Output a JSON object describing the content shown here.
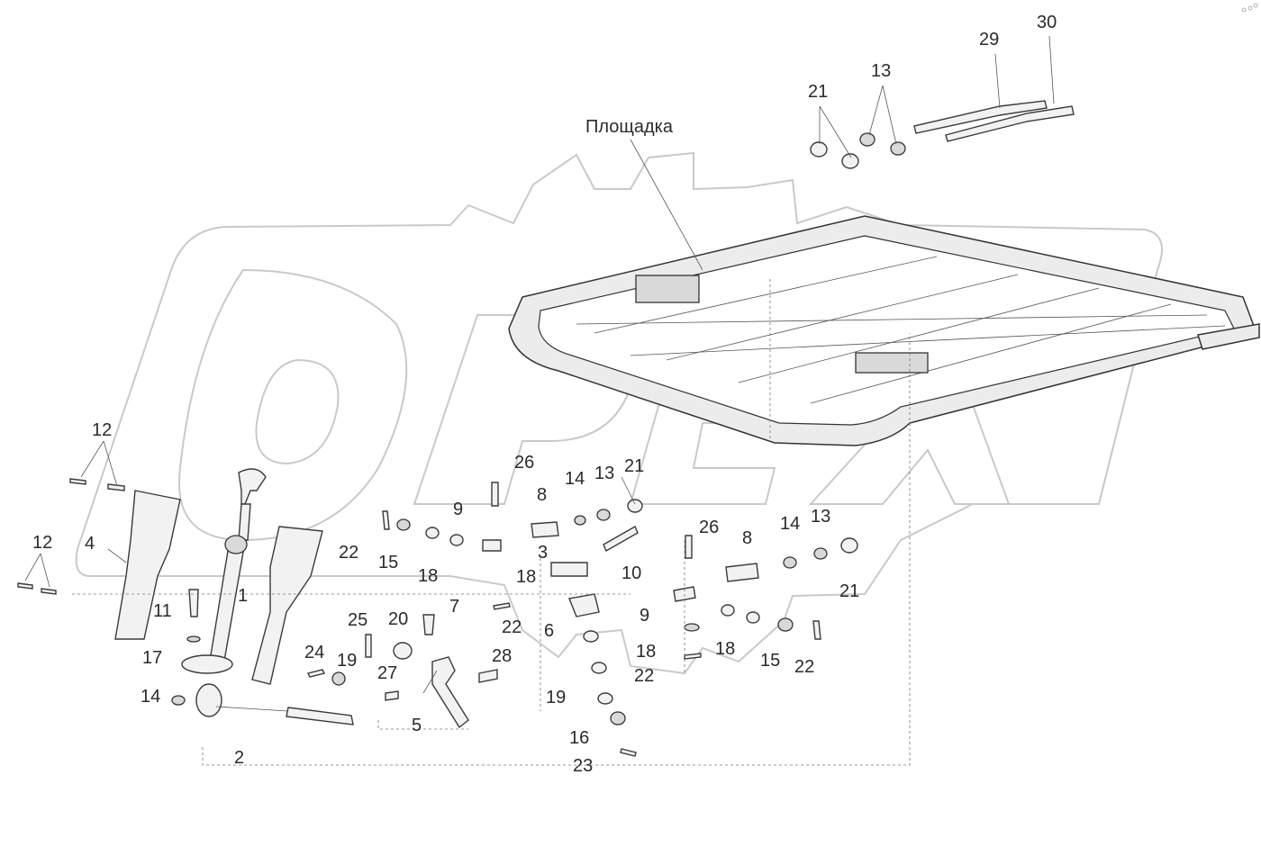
{
  "platform_label": "Площадка",
  "watermark_text": "OPEX",
  "callouts": {
    "p1": "1",
    "p2": "2",
    "p3": "3",
    "p4": "4",
    "p5": "5",
    "p6": "6",
    "p7": "7",
    "p8a": "8",
    "p8b": "8",
    "p9a": "9",
    "p9b": "9",
    "p10": "10",
    "p11": "11",
    "p12a": "12",
    "p12b": "12",
    "p13a": "13",
    "p13b": "13",
    "p13c": "13",
    "p14a": "14",
    "p14b": "14",
    "p14c": "14",
    "p15a": "15",
    "p15b": "15",
    "p16": "16",
    "p17": "17",
    "p18a": "18",
    "p18b": "18",
    "p18c": "18",
    "p18d": "18",
    "p19a": "19",
    "p19b": "19",
    "p20": "20",
    "p21a": "21",
    "p21b": "21",
    "p21c": "21",
    "p22a": "22",
    "p22b": "22",
    "p22c": "22",
    "p22d": "22",
    "p23": "23",
    "p24": "24",
    "p25": "25",
    "p26a": "26",
    "p26b": "26",
    "p27": "27",
    "p28": "28",
    "p29": "29",
    "p30": "30"
  },
  "colors": {
    "line": "#333333",
    "watermark": "#c9c9c9",
    "background": "#ffffff"
  }
}
